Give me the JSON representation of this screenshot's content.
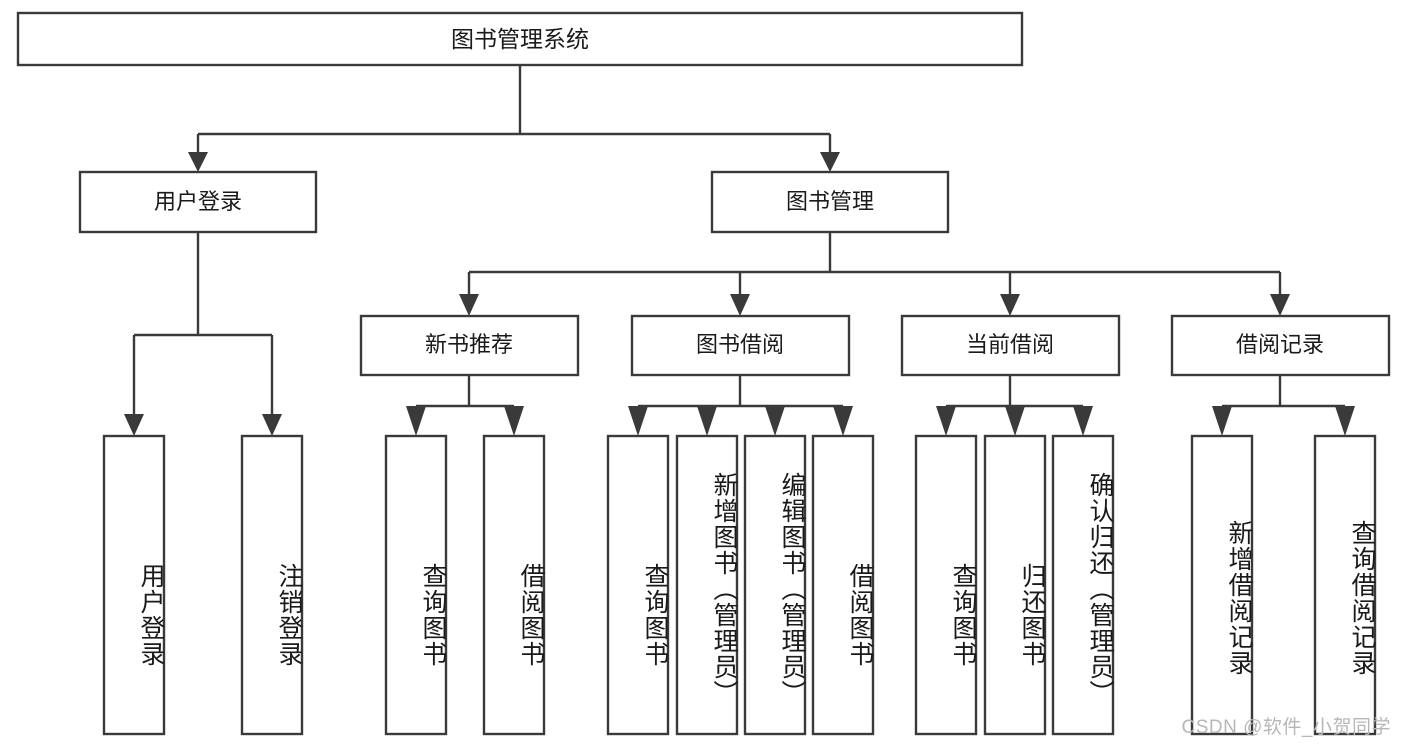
{
  "diagram": {
    "title": "图书管理系统",
    "type": "tree-hierarchy-chart",
    "root": {
      "label": "图书管理系统"
    },
    "level2": [
      {
        "label": "用户登录"
      },
      {
        "label": "图书管理"
      }
    ],
    "level3": [
      {
        "label": "新书推荐"
      },
      {
        "label": "图书借阅"
      },
      {
        "label": "当前借阅"
      },
      {
        "label": "借阅记录"
      }
    ],
    "leaves": {
      "user_login": [
        {
          "label": "用户登录"
        },
        {
          "label": "注销登录"
        }
      ],
      "new_book_recommend": [
        {
          "label": "查询图书"
        },
        {
          "label": "借阅图书"
        }
      ],
      "book_borrow": [
        {
          "label": "查询图书"
        },
        {
          "label": "新增图书（管理员）"
        },
        {
          "label": "编辑图书（管理员）"
        },
        {
          "label": "借阅图书"
        }
      ],
      "current_borrow": [
        {
          "label": "查询图书"
        },
        {
          "label": "归还图书"
        },
        {
          "label": "确认归还（管理员）"
        }
      ],
      "borrow_record": [
        {
          "label": "新增借阅记录"
        },
        {
          "label": "查询借阅记录"
        }
      ]
    }
  },
  "watermark": {
    "text": "CSDN @软件_小贺同学"
  },
  "colors": {
    "box_stroke": "#3a3a3a",
    "box_fill": "#ffffff",
    "text": "#1a1a1a",
    "watermark": "#b7b7b7",
    "background": "#ffffff"
  }
}
